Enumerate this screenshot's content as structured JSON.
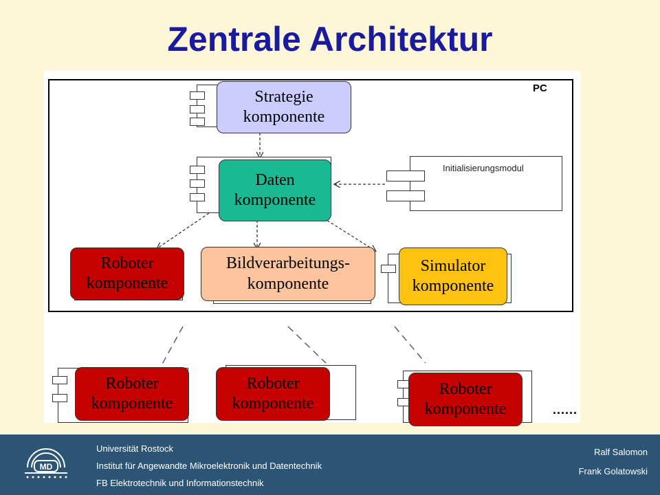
{
  "title": "Zentrale Architektur",
  "diagram": {
    "pc_label": "PC",
    "init_label": "Initialisierungsmodul",
    "strategie": {
      "line1": "Strategie",
      "line2": "komponente",
      "color": "#ccccff"
    },
    "daten": {
      "line1": "Daten",
      "line2": "komponente",
      "color": "#1ab992"
    },
    "roboter_pc": {
      "line1": "Roboter",
      "line2": "komponente",
      "color": "#c40000"
    },
    "bildverarbeitung": {
      "line1": "Bildverarbeitungs-",
      "line2": "komponente",
      "color": "#fcc49c"
    },
    "simulator": {
      "line1": "Simulator",
      "line2": "komponente",
      "color": "#ffc20e"
    },
    "roboter_ext": [
      {
        "line1": "Roboter",
        "line2": "komponente"
      },
      {
        "line1": "Roboter",
        "line2": "komponente"
      },
      {
        "line1": "Roboter",
        "line2": "komponente"
      }
    ],
    "more": "......"
  },
  "footer": {
    "university": "Universität Rostock",
    "institute": "Institut für Angewandte Mikroelektronik und Datentechnik",
    "faculty": "FB Elektrotechnik und Informationstechnik",
    "author1": "Ralf Salomon",
    "author2": "Frank Golatowski",
    "logo_text": "MD",
    "bg_color": "#2c5575"
  }
}
